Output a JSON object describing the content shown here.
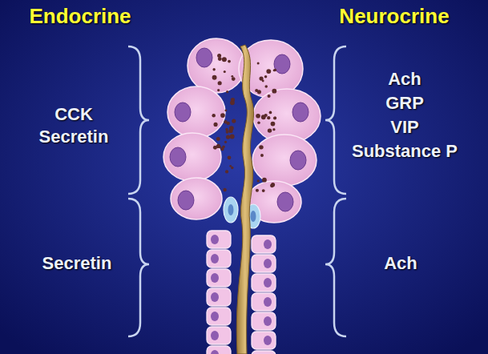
{
  "diagram": {
    "labels": [
      "Endocrine",
      "Neurocrine",
      "CCK",
      "Secretin",
      "Secretin",
      "Ach",
      "GRP",
      "VIP",
      "Substance P",
      "Ach"
    ]
  }
}
